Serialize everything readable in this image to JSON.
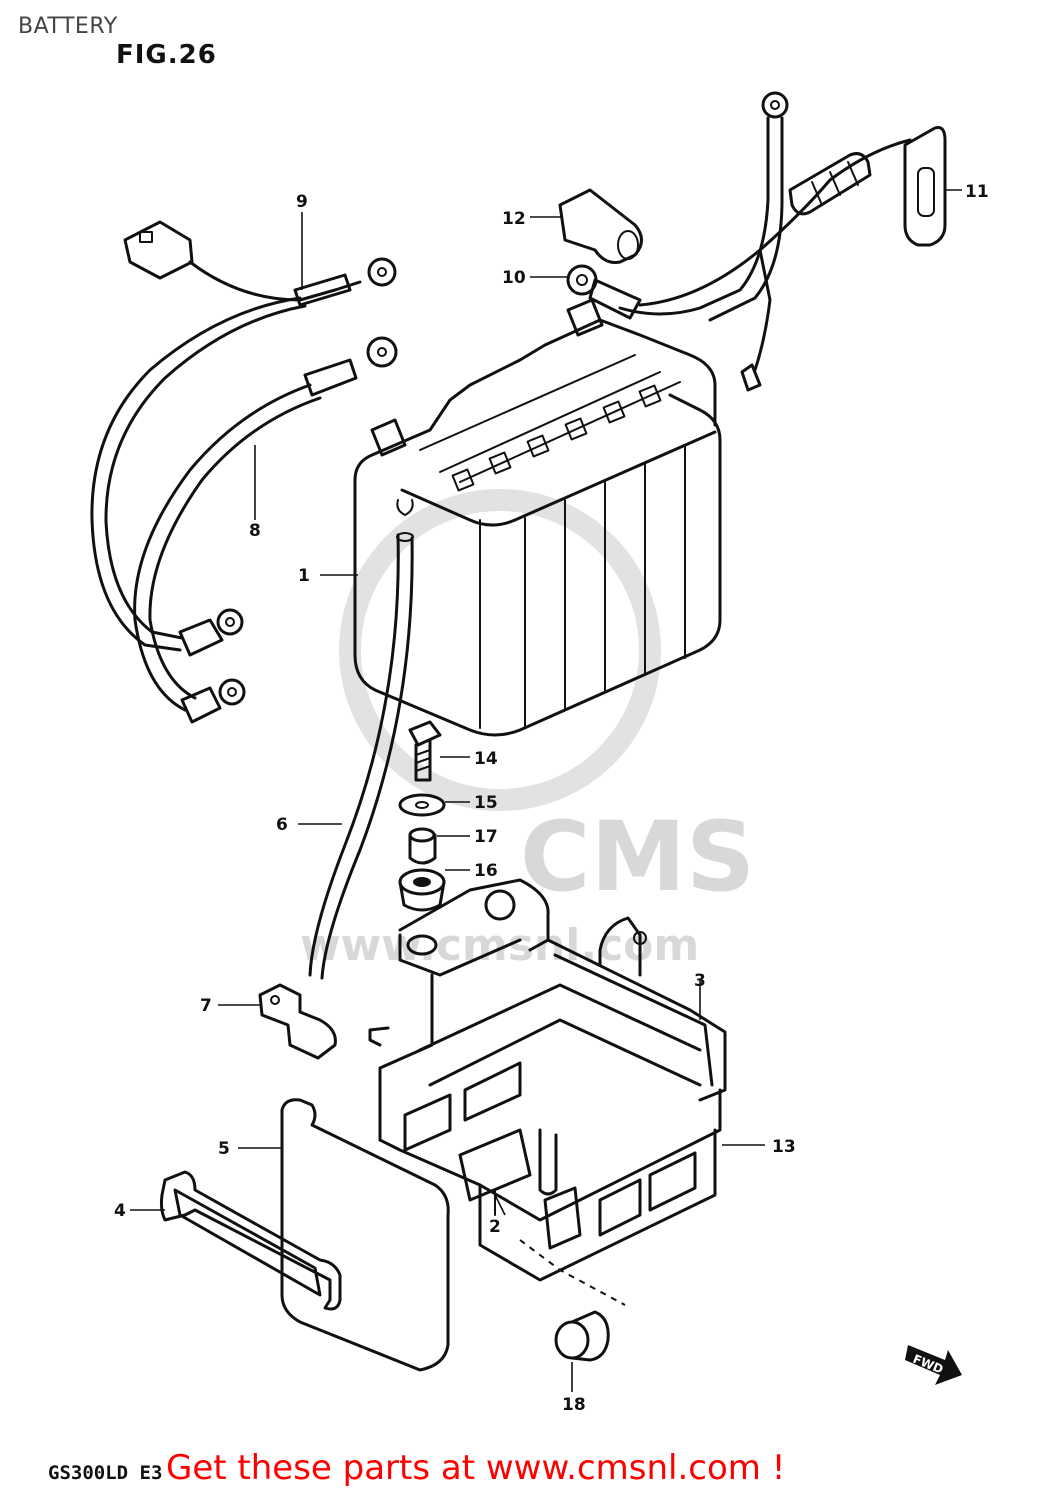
{
  "page_title": "BATTERY",
  "figure_label": "FIG.26",
  "model_code": "GS300LD E3",
  "promo_text": "Get these parts at www.cmsnl.com !",
  "watermark": {
    "logo_text": "CMS",
    "url_text": "www.cmsnl.com"
  },
  "fwd_label": "FWD",
  "callouts": [
    "1",
    "2",
    "3",
    "4",
    "5",
    "6",
    "7",
    "8",
    "9",
    "10",
    "11",
    "12",
    "13",
    "14",
    "15",
    "16",
    "17",
    "18"
  ],
  "colors": {
    "line_art": "#111111",
    "promo": "#ff0000",
    "watermark": "#d8d8d8",
    "title": "#444444"
  }
}
